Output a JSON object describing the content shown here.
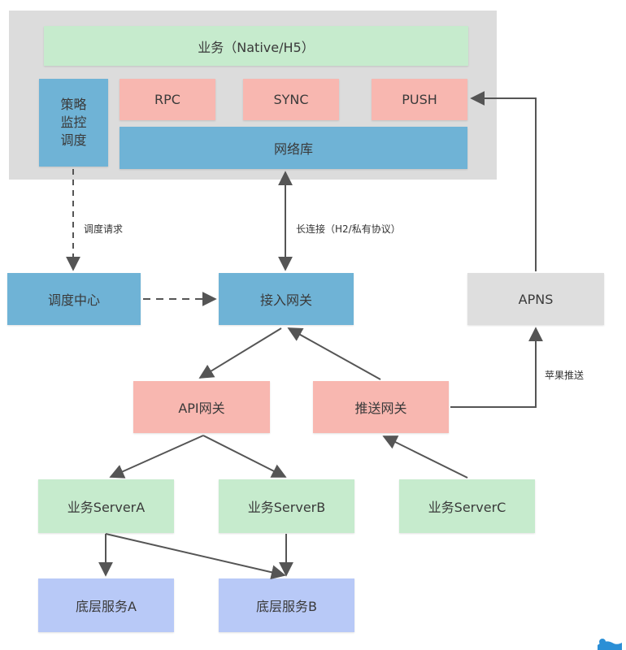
{
  "client": {
    "business": "业务（Native/H5）",
    "strategy": [
      "策略",
      "监控",
      "调度"
    ],
    "rpc": "RPC",
    "sync": "SYNC",
    "push": "PUSH",
    "network_lib": "网络库"
  },
  "edges": {
    "schedule_request": "调度请求",
    "long_connection": "长连接（H2/私有协议）",
    "apple_push": "苹果推送"
  },
  "nodes": {
    "schedule_center": "调度中心",
    "access_gateway": "接入网关",
    "apns": "APNS",
    "api_gateway": "API网关",
    "push_gateway": "推送网关",
    "server_a": "业务ServerA",
    "server_b": "业务ServerB",
    "server_c": "业务ServerC",
    "service_a": "底层服务A",
    "service_b": "底层服务B"
  },
  "colors": {
    "green": "#c6ebcd",
    "pink": "#f8b7b0",
    "blue": "#6fb3d6",
    "lavender": "#b8c9f7",
    "grey": "#dedede",
    "arrow": "#555555"
  }
}
